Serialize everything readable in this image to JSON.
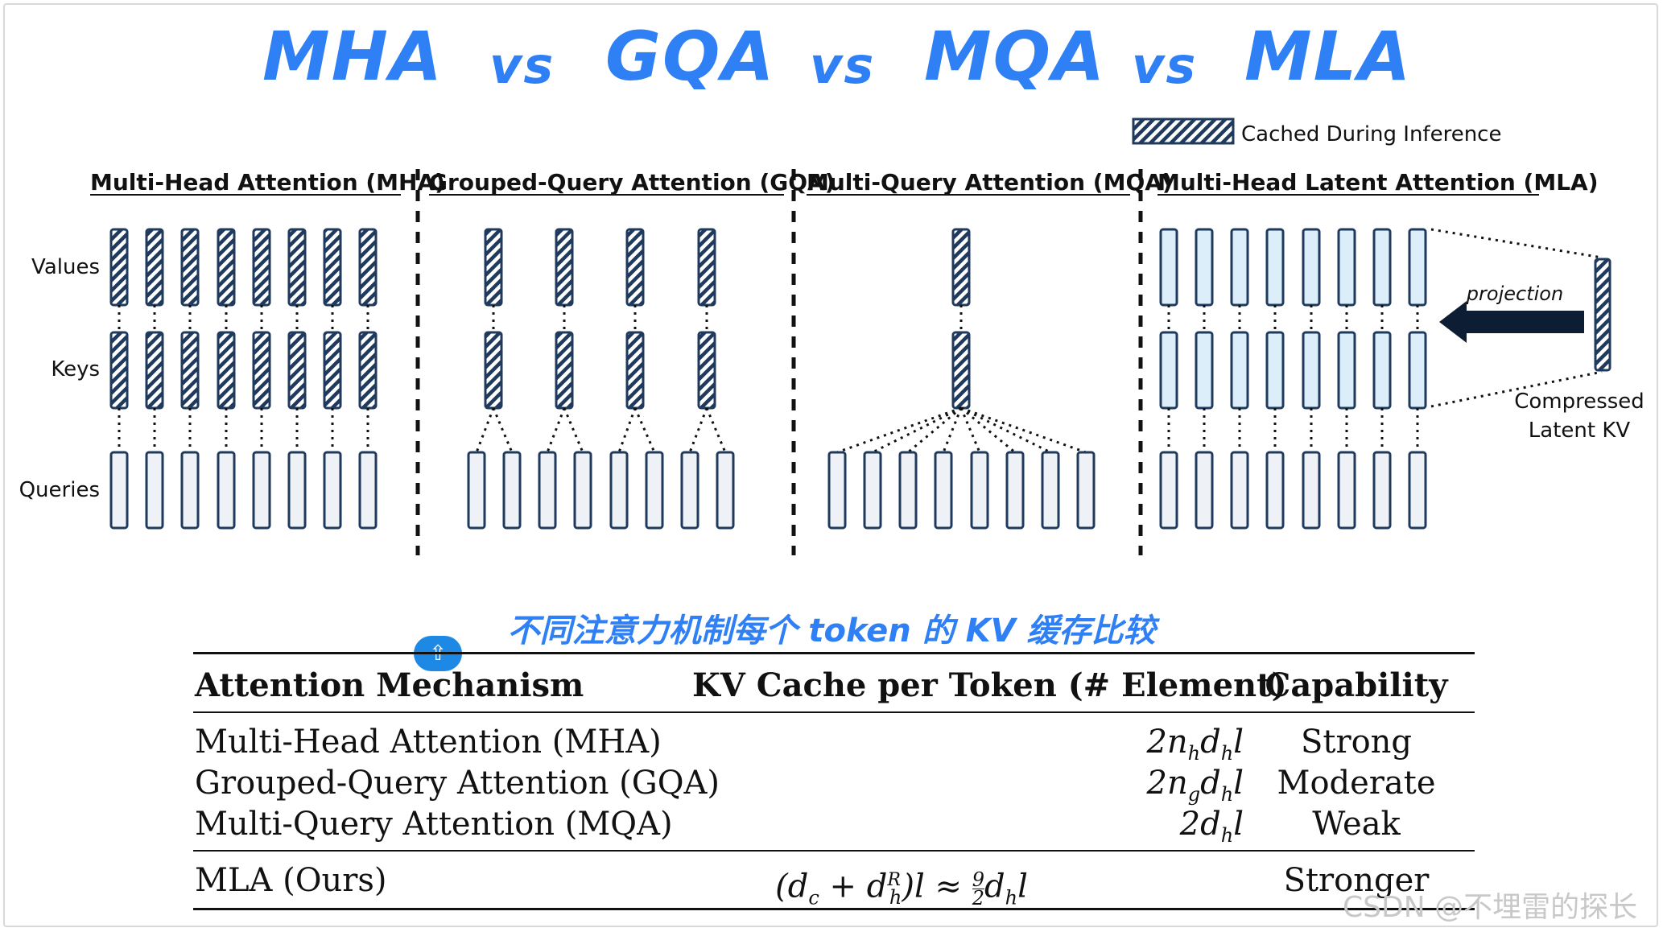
{
  "title": {
    "w1": "MHA",
    "vs1": "vs",
    "w2": "GQA",
    "vs2": "vs",
    "w3": "MQA",
    "vs3": "vs",
    "w4": "MLA"
  },
  "legend": {
    "label": "Cached During Inference"
  },
  "panels": {
    "mha": "Multi-Head Attention (MHA)",
    "gqa": "Grouped-Query Attention (GQA)",
    "mqa": "Multi-Query Attention (MQA)",
    "mla": "Multi-Head Latent Attention (MLA)"
  },
  "row_labels": {
    "values": "Values",
    "keys": "Keys",
    "queries": "Queries"
  },
  "mla_annotations": {
    "projection": "projection",
    "compressed_line1": "Compressed",
    "compressed_line2": "Latent KV"
  },
  "colors": {
    "title_blue": "#2f80f5",
    "hatch_fill": "#1f3a5c",
    "mla_box_fill": "#dceefa",
    "query_fill": "#eef2f6"
  },
  "subtitle": "不同注意力机制每个 token 的 KV 缓存比较",
  "table": {
    "headers": [
      "Attention Mechanism",
      "KV Cache per Token (# Element)",
      "Capability"
    ],
    "rows": [
      {
        "mechanism": "Multi-Head Attention (MHA)",
        "cache": "2n_h d_h l",
        "capability": "Strong"
      },
      {
        "mechanism": "Grouped-Query Attention (GQA)",
        "cache": "2n_g d_h l",
        "capability": "Moderate"
      },
      {
        "mechanism": "Multi-Query Attention (MQA)",
        "cache": "2d_h l",
        "capability": "Weak"
      },
      {
        "mechanism": "MLA (Ours)",
        "cache": "(d_c + d_h^R) l ≈ 9/2 d_h l",
        "capability": "Stronger"
      }
    ]
  },
  "watermark": "CSDN @不埋雷的探长",
  "overlay_icon": "up-arrow-icon"
}
